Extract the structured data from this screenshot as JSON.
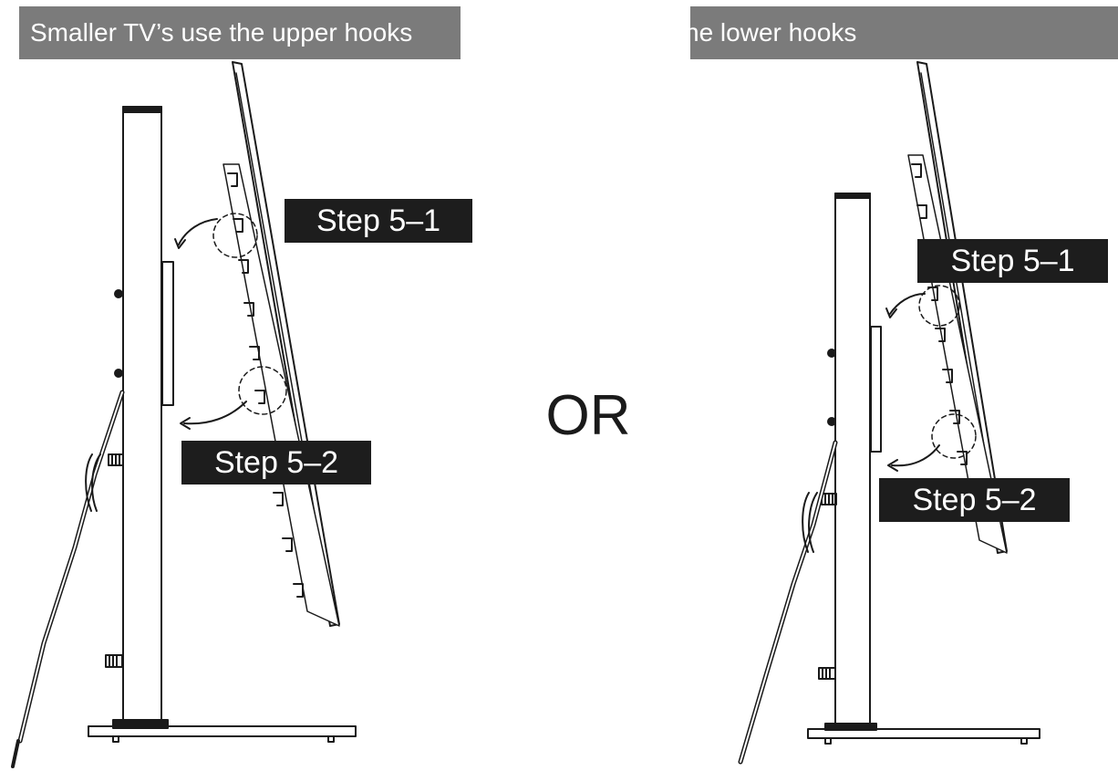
{
  "left_panel": {
    "banner_text": "Smaller TV’s use the upper hooks",
    "step_top": "Step 5–1",
    "step_bottom": "Step 5–2"
  },
  "right_panel": {
    "banner_text": "he lower hooks",
    "step_top": "Step 5–1",
    "step_bottom": "Step 5–2"
  },
  "separator_text": "OR",
  "colors": {
    "banner_bg": "#7b7b7b",
    "label_bg": "#1d1d1d",
    "line": "#1a1a1a"
  }
}
